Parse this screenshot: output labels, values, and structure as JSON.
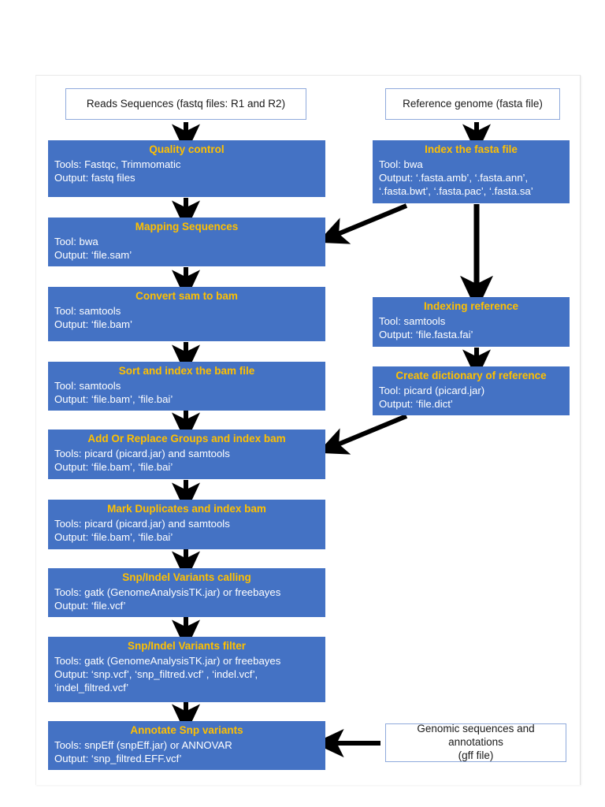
{
  "diagram": {
    "title": "NGS variant calling pipeline flowchart",
    "colors": {
      "process_fill": "#4472C4",
      "process_title": "#FFC000",
      "process_text": "#FFFFFF",
      "io_border": "#8FAADC",
      "io_text": "#1A1A1A",
      "arrow": "#000000",
      "page_background": "#FFFFFF"
    },
    "nodes": [
      {
        "id": "reads-sequences",
        "kind": "io",
        "text": "Reads Sequences (fastq files: R1 and R2)"
      },
      {
        "id": "reference-genome",
        "kind": "io",
        "text": "Reference genome (fasta file)"
      },
      {
        "id": "quality-control",
        "kind": "process",
        "title": "Quality control",
        "lines": [
          "Tools: Fastqc, Trimmomatic",
          "Output: fastq files"
        ]
      },
      {
        "id": "index-the-fasta-file",
        "kind": "process",
        "title": "Index the fasta file",
        "lines": [
          "Tool: bwa",
          "Output: ‘.fasta.amb’, ‘.fasta.ann’,",
          "‘.fasta.bwt’, ‘.fasta.pac’, ‘.fasta.sa’"
        ]
      },
      {
        "id": "mapping-sequences",
        "kind": "process",
        "title": "Mapping Sequences",
        "lines": [
          "Tool: bwa",
          "Output: ‘file.sam’"
        ]
      },
      {
        "id": "convert-sam-to-bam",
        "kind": "process",
        "title": "Convert sam to bam",
        "lines": [
          "Tool: samtools",
          "Output: ‘file.bam’"
        ]
      },
      {
        "id": "indexing-reference",
        "kind": "process",
        "title": "Indexing reference",
        "lines": [
          "Tool: samtools",
          "Output: ‘file.fasta.fai’"
        ]
      },
      {
        "id": "sort-and-index-the-bam-file",
        "kind": "process",
        "title": "Sort and index the bam file",
        "lines": [
          "Tool: samtools",
          "Output: ‘file.bam’, ‘file.bai’"
        ]
      },
      {
        "id": "create-dictionary-of-reference",
        "kind": "process",
        "title": "Create dictionary of reference",
        "lines": [
          "Tool: picard (picard.jar)",
          "Output: ‘file.dict’"
        ]
      },
      {
        "id": "add-or-replace-groups-and-index-bam",
        "kind": "process",
        "title": "Add Or Replace Groups and index bam",
        "lines": [
          "Tools: picard (picard.jar) and samtools",
          "Output: ‘file.bam’, ‘file.bai’"
        ]
      },
      {
        "id": "mark-duplicates-and-index-bam",
        "kind": "process",
        "title": "Mark Duplicates and index bam",
        "lines": [
          "Tools: picard (picard.jar) and samtools",
          "Output: ‘file.bam’, ‘file.bai’"
        ]
      },
      {
        "id": "snp-indel-variants-calling",
        "kind": "process",
        "title": "Snp/Indel Variants  calling",
        "lines": [
          "Tools: gatk (GenomeAnalysisTK.jar) or freebayes",
          "Output: ‘file.vcf’"
        ]
      },
      {
        "id": "snp-indel-variants-filter",
        "kind": "process",
        "title": "Snp/Indel Variants  filter",
        "lines": [
          "Tools: gatk (GenomeAnalysisTK.jar) or freebayes",
          "Output: ‘snp.vcf’, ‘snp_filtred.vcf’ , ‘indel.vcf’, ‘indel_filtred.vcf’"
        ]
      },
      {
        "id": "annotate-snp-variants",
        "kind": "process",
        "title": "Annotate Snp variants",
        "lines": [
          "Tools: snpEff (snpEff.jar) or ANNOVAR",
          "Output: ‘snp_filtred.EFF.vcf’"
        ]
      },
      {
        "id": "genomic-sequences-and-annotations",
        "kind": "io",
        "text": "Genomic sequences and annotations (gff file)",
        "line1": "Genomic sequences and annotations",
        "line2": "(gff file)"
      }
    ],
    "edges": [
      {
        "from": "reads-sequences",
        "to": "quality-control",
        "style": "down"
      },
      {
        "from": "reference-genome",
        "to": "index-the-fasta-file",
        "style": "down"
      },
      {
        "from": "quality-control",
        "to": "mapping-sequences",
        "style": "down"
      },
      {
        "from": "index-the-fasta-file",
        "to": "mapping-sequences",
        "style": "diagonal-left"
      },
      {
        "from": "index-the-fasta-file",
        "to": "indexing-reference",
        "style": "down"
      },
      {
        "from": "mapping-sequences",
        "to": "convert-sam-to-bam",
        "style": "down"
      },
      {
        "from": "convert-sam-to-bam",
        "to": "sort-and-index-the-bam-file",
        "style": "down"
      },
      {
        "from": "indexing-reference",
        "to": "create-dictionary-of-reference",
        "style": "down"
      },
      {
        "from": "sort-and-index-the-bam-file",
        "to": "add-or-replace-groups-and-index-bam",
        "style": "down"
      },
      {
        "from": "create-dictionary-of-reference",
        "to": "add-or-replace-groups-and-index-bam",
        "style": "diagonal-left"
      },
      {
        "from": "add-or-replace-groups-and-index-bam",
        "to": "mark-duplicates-and-index-bam",
        "style": "down"
      },
      {
        "from": "mark-duplicates-and-index-bam",
        "to": "snp-indel-variants-calling",
        "style": "down"
      },
      {
        "from": "snp-indel-variants-calling",
        "to": "snp-indel-variants-filter",
        "style": "down"
      },
      {
        "from": "snp-indel-variants-filter",
        "to": "annotate-snp-variants",
        "style": "down"
      },
      {
        "from": "genomic-sequences-and-annotations",
        "to": "annotate-snp-variants",
        "style": "left"
      }
    ]
  }
}
